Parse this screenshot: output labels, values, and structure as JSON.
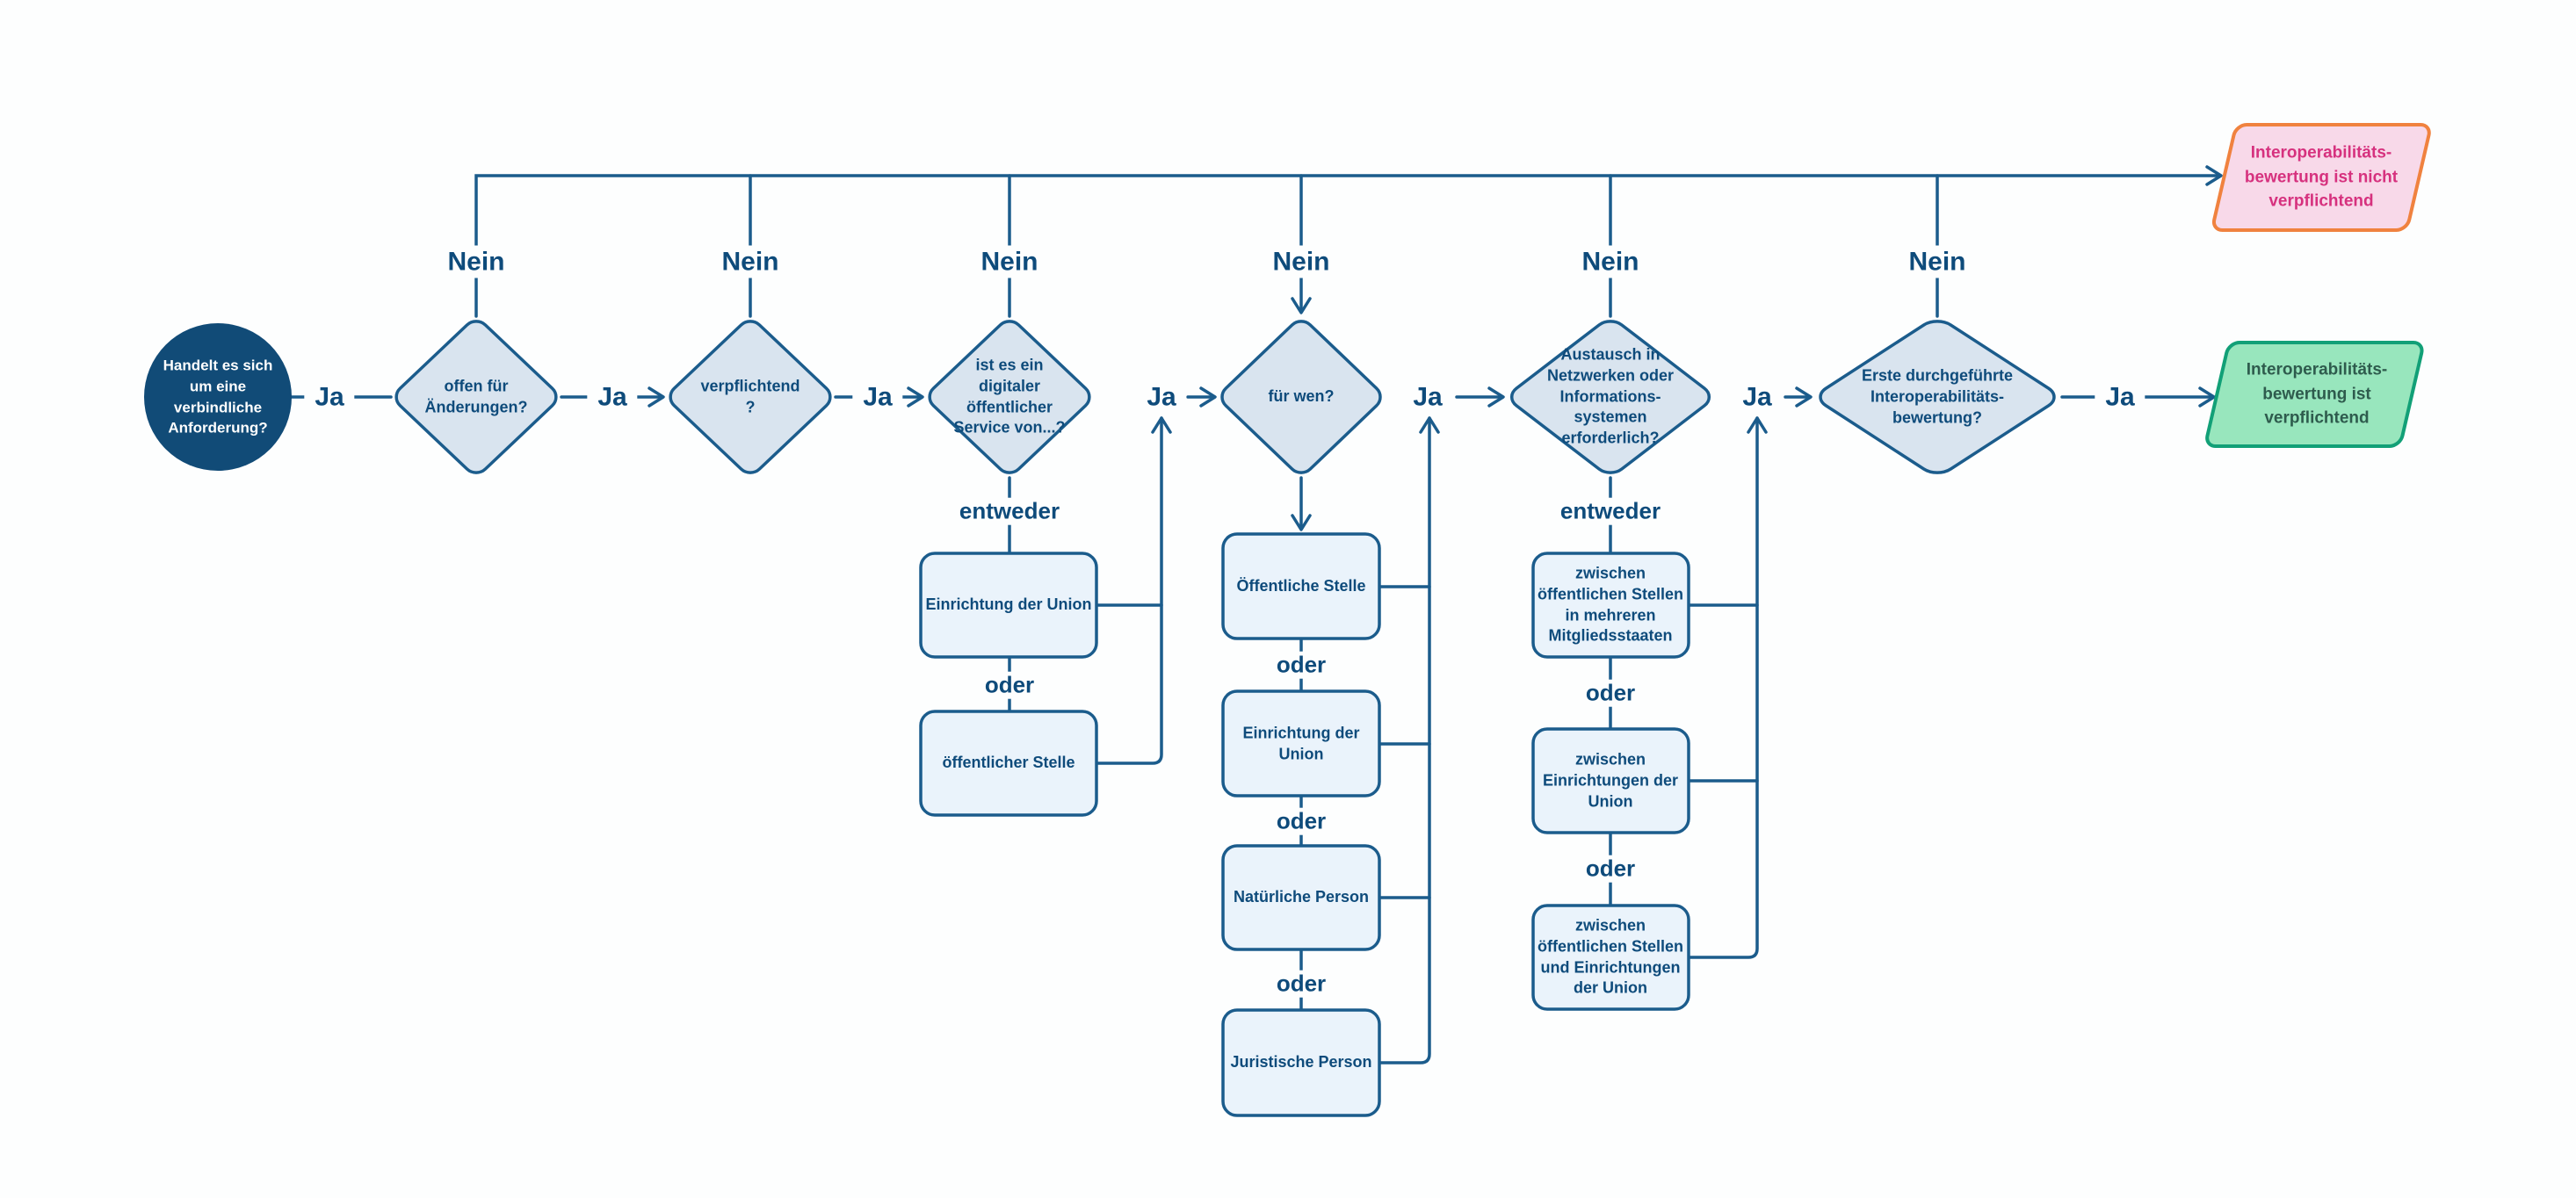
{
  "colors": {
    "bg": "#fdfefe",
    "line": "#1b5c8c",
    "textBlue": "#0e4b7b",
    "diamondFill": "#d9e4ef",
    "boxFill": "#eaf3fb",
    "circleFill": "#114b77",
    "circleText": "#ffffff",
    "pinkFill": "#f8d9e9",
    "pinkStroke": "#f0823f",
    "pinkText": "#d6317e",
    "greenFill": "#98e6bd",
    "greenStroke": "#12a077",
    "greenText": "#2e5b4d"
  },
  "flow": {
    "start": {
      "label": "Handelt es sich\num eine\nverbindliche\nAnforderung?"
    },
    "decisions": [
      {
        "label": "offen für\nÄnderungen?"
      },
      {
        "label": "verpflichtend\n?"
      },
      {
        "label": "ist es ein\ndigitaler\nöffentlicher\nService von...?"
      },
      {
        "label": "für wen?"
      },
      {
        "label": "Austausch in\nNetzwerken oder\nInformations-\nsystemen\nerforderlich?"
      },
      {
        "label": "Erste durchgeführte\nInteroperabilitäts-\nbewertung?"
      }
    ],
    "branch_labels": {
      "yes": "Ja",
      "no": "Nein",
      "either": "entweder",
      "or": "oder"
    },
    "options_service_von": [
      "Einrichtung der Union",
      "öffentlicher Stelle"
    ],
    "options_fuer_wen": [
      "Öffentliche Stelle",
      "Einrichtung der\nUnion",
      "Natürliche Person",
      "Juristische Person"
    ],
    "options_austausch": [
      "zwischen\nöffentlichen Stellen\nin mehreren\nMitgliedsstaaten",
      "zwischen\nEinrichtungen der\nUnion",
      "zwischen\nöffentlichen Stellen\nund Einrichtungen\nder Union"
    ],
    "outcomes": {
      "negative": "Interoperabilitäts-\nbewertung ist nicht\nverpflichtend",
      "positive": "Interoperabilitäts-\nbewertung ist\nverpflichtend"
    }
  }
}
